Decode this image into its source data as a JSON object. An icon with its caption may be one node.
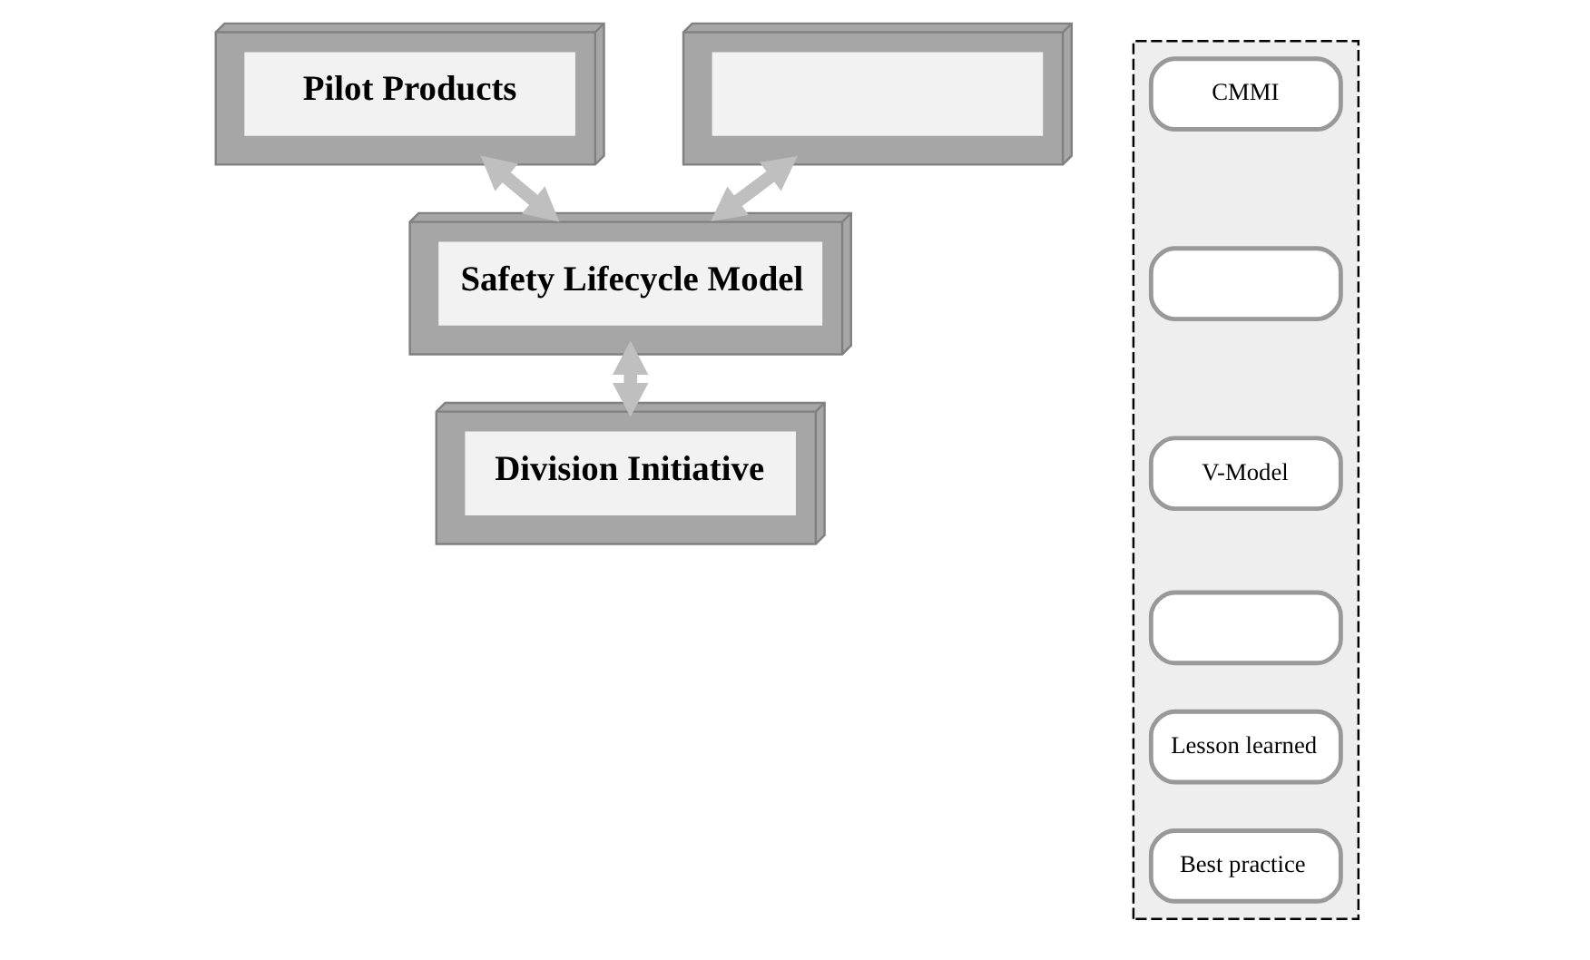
{
  "diagram": {
    "nodes": [
      {
        "text": [
          "Pilot Products"
        ]
      },
      {
        "text": [],
        "shape": "box"
      },
      {
        "text": [
          "Safety Lifecycle Model"
        ]
      },
      {
        "text": [
          "Division Initiative"
        ]
      },
      {
        "text": [],
        "shape": "arrow"
      },
      {
        "text": [
          "CMMI"
        ],
        "in": 4
      },
      {
        "text": [],
        "shape": "box",
        "in": 4
      },
      {
        "text": [
          "V-Model"
        ],
        "in": 4
      },
      {
        "text": [],
        "shape": "box",
        "in": 4
      },
      {
        "text": [
          "Lesson learned"
        ],
        "in": 4
      },
      {
        "text": [
          "Best practice"
        ],
        "in": 4
      }
    ],
    "edges": [
      {
        "from": 0,
        "to": 2,
        "arrow": "both"
      },
      {
        "from": 1,
        "to": 2,
        "arrow": "both"
      },
      {
        "from": 2,
        "to": 3,
        "arrow": "both"
      }
    ]
  }
}
